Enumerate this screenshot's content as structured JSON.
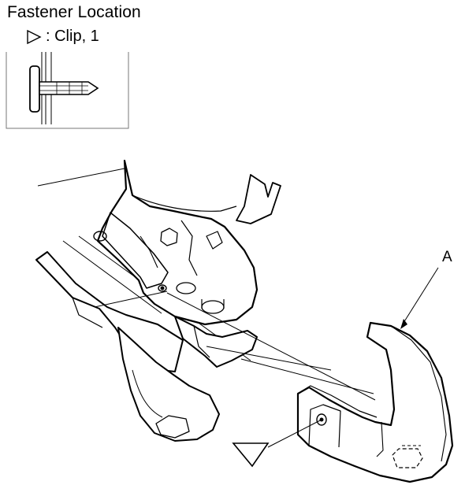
{
  "header": {
    "title": "Fastener Location"
  },
  "legend": {
    "symbol": "triangle-outline-icon",
    "separator": ":",
    "text": ": Clip, 1"
  },
  "callouts": {
    "a_label": "A"
  }
}
